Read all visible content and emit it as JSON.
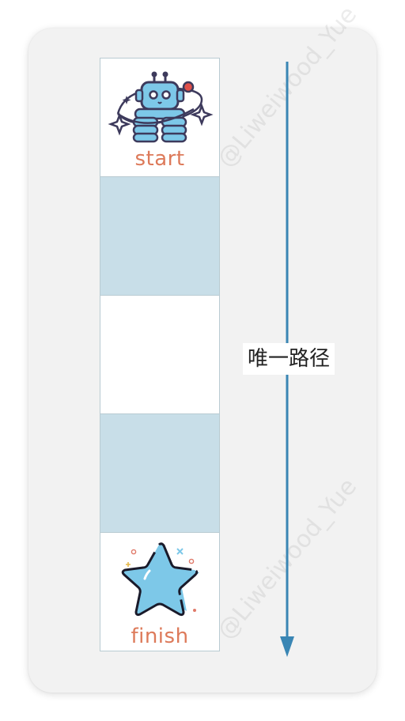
{
  "grid": {
    "cells": [
      {
        "type": "start",
        "label": "start",
        "icon": "robot-icon"
      },
      {
        "type": "empty"
      },
      {
        "type": "empty"
      },
      {
        "type": "empty"
      },
      {
        "type": "finish",
        "label": "finish",
        "icon": "star-icon"
      }
    ]
  },
  "arrow": {
    "label": "唯一路径",
    "color": "#3a86b4"
  },
  "watermark": "@Liweiwood_Yue",
  "colors": {
    "cell_blue": "#c8dee8",
    "cell_white": "#ffffff",
    "label_orange": "#dd7a5a",
    "card_bg": "#f2f2f2"
  }
}
